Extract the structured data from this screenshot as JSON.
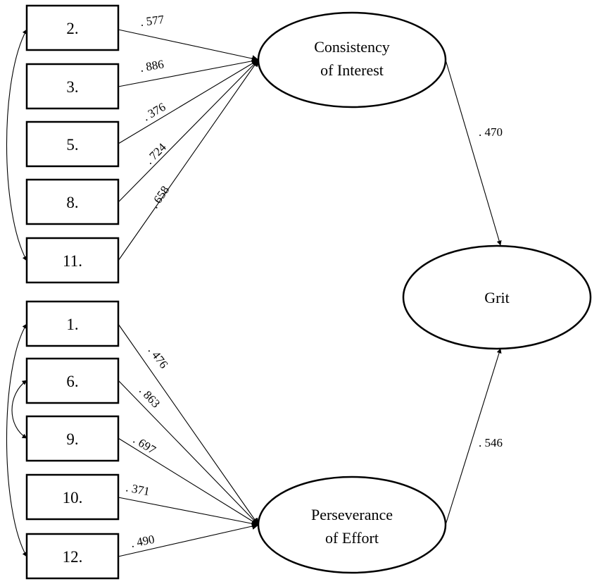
{
  "items_interest": [
    "2.",
    "3.",
    "5.",
    "8.",
    "11."
  ],
  "items_effort": [
    "1.",
    "6.",
    "9.",
    "10.",
    "12."
  ],
  "latents": {
    "interest": [
      "Consistency",
      "of Interest"
    ],
    "effort": [
      "Perseverance",
      "of Effort"
    ],
    "grit": "Grit"
  },
  "loadings": {
    "interest": [
      ". 577",
      ". 886",
      ". 376",
      ". 724",
      ". 658"
    ],
    "effort": [
      ". 476",
      ". 863",
      ". 697",
      ". 371",
      ". 490"
    ]
  },
  "paths": {
    "interest_to_grit": ". 470",
    "effort_to_grit": ". 546"
  },
  "covariances": [
    {
      "from": "2.",
      "to": "11."
    },
    {
      "from": "1.",
      "to": "12."
    },
    {
      "from": "6.",
      "to": "9."
    }
  ]
}
